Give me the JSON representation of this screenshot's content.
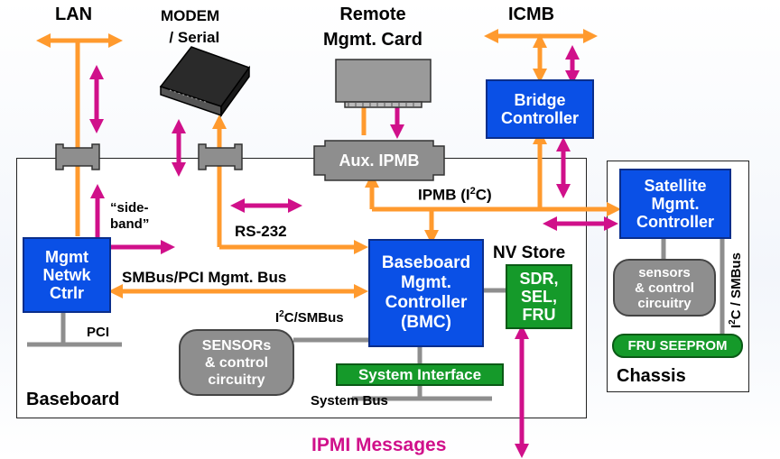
{
  "labels": {
    "lan": "LAN",
    "modem": "MODEM\n/ Serial",
    "remote_card": "Remote\nMgmt. Card",
    "icmb": "ICMB",
    "side_band": "“side-\nband”",
    "rs232": "RS-232",
    "ipmb_prefix": "IPMB (I",
    "ipmb_sup": "2",
    "ipmb_suffix": "C)",
    "smbus_pci": "SMBus/PCI Mgmt. Bus",
    "nv_store": "NV Store",
    "i2c_prefix": "I",
    "i2c_sup": "2",
    "i2c_suffix": "C/SMBus",
    "pci": "PCI",
    "system_bus": "System Bus",
    "baseboard": "Baseboard",
    "chassis": "Chassis",
    "ipmi_messages": "IPMI Messages",
    "side_i2c_prefix": "I",
    "side_i2c_sup": "2",
    "side_i2c_suffix": "C / SMBus"
  },
  "boxes": {
    "aux_ipmb": "Aux. IPMB",
    "bridge": "Bridge\nController",
    "satellite": "Satellite\nMgmt.\nController",
    "mgmt_netwk": "Mgmt\nNetwk\nCtrlr",
    "bmc": "Baseboard\nMgmt.\nController\n(BMC)",
    "nv_store_content": "SDR,\nSEL,\nFRU",
    "sensors": "SENSORs\n& control\ncircuitry",
    "chassis_sensors": "sensors\n& control\ncircuitry",
    "fru_seeprom": "FRU SEEPROM",
    "system_interface": "System Interface"
  },
  "colors": {
    "orange": "#ff9a2e",
    "magenta": "#d0108a",
    "blue": "#0a50e6",
    "green": "#159a2a",
    "gray": "#8e8e8e"
  }
}
